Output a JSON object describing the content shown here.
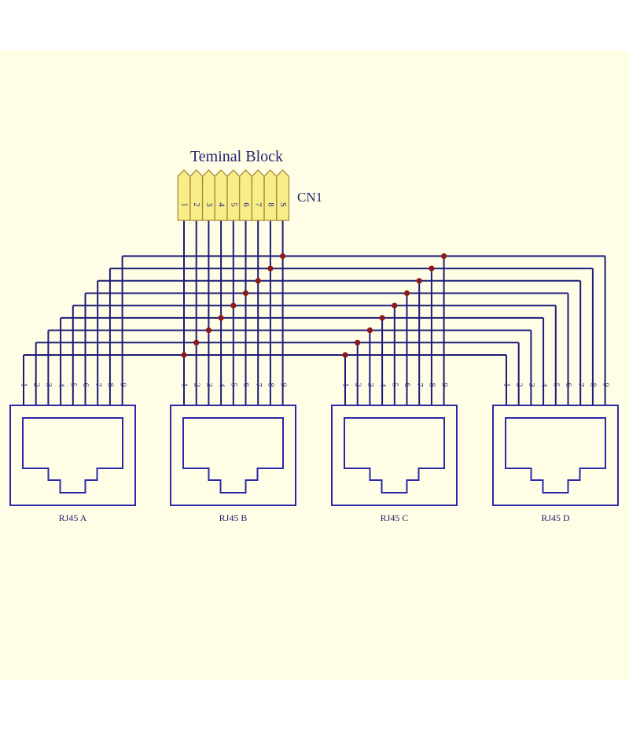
{
  "title": "Teminal Block",
  "terminal": {
    "ref": "CN1",
    "pins": [
      "1",
      "2",
      "3",
      "4",
      "5",
      "6",
      "7",
      "8",
      "S"
    ]
  },
  "connector_pins": [
    "1",
    "2",
    "3",
    "4",
    "5",
    "6",
    "7",
    "8",
    "9"
  ],
  "connectors": [
    {
      "id": "a",
      "label": "RJ45 A"
    },
    {
      "id": "b",
      "label": "RJ45 B"
    },
    {
      "id": "c",
      "label": "RJ45 C"
    },
    {
      "id": "d",
      "label": "RJ45 D"
    }
  ],
  "colors": {
    "wire": "#1c1c78",
    "box": "#2a2aa8",
    "junction": "#8b1a1a",
    "terminal_fill": "#f7ee8a",
    "terminal_border": "#a88a3a",
    "background": "#fffde6"
  }
}
